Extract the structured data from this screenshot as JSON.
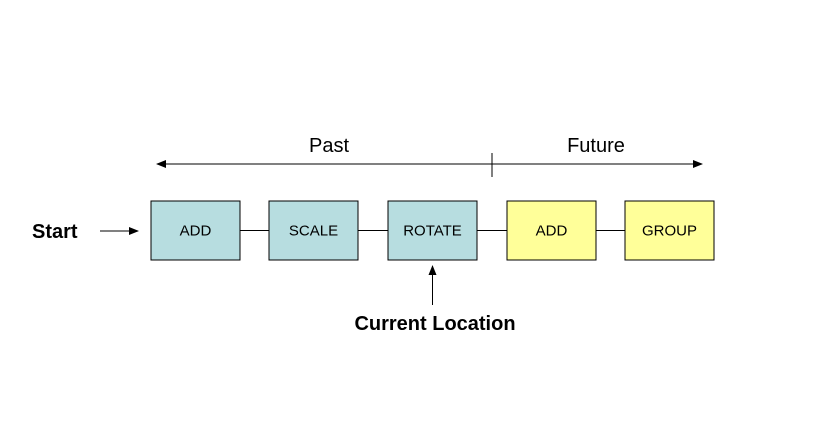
{
  "diagram": {
    "start_label": "Start",
    "past_label": "Past",
    "future_label": "Future",
    "current_location_label": "Current Location",
    "current_index": 2,
    "colors": {
      "past_box": "#b7dde0",
      "future_box": "#ffff99",
      "stroke": "#000000"
    },
    "steps": [
      {
        "label": "ADD",
        "state": "past"
      },
      {
        "label": "SCALE",
        "state": "past"
      },
      {
        "label": "ROTATE",
        "state": "past"
      },
      {
        "label": "ADD",
        "state": "future"
      },
      {
        "label": "GROUP",
        "state": "future"
      }
    ]
  }
}
